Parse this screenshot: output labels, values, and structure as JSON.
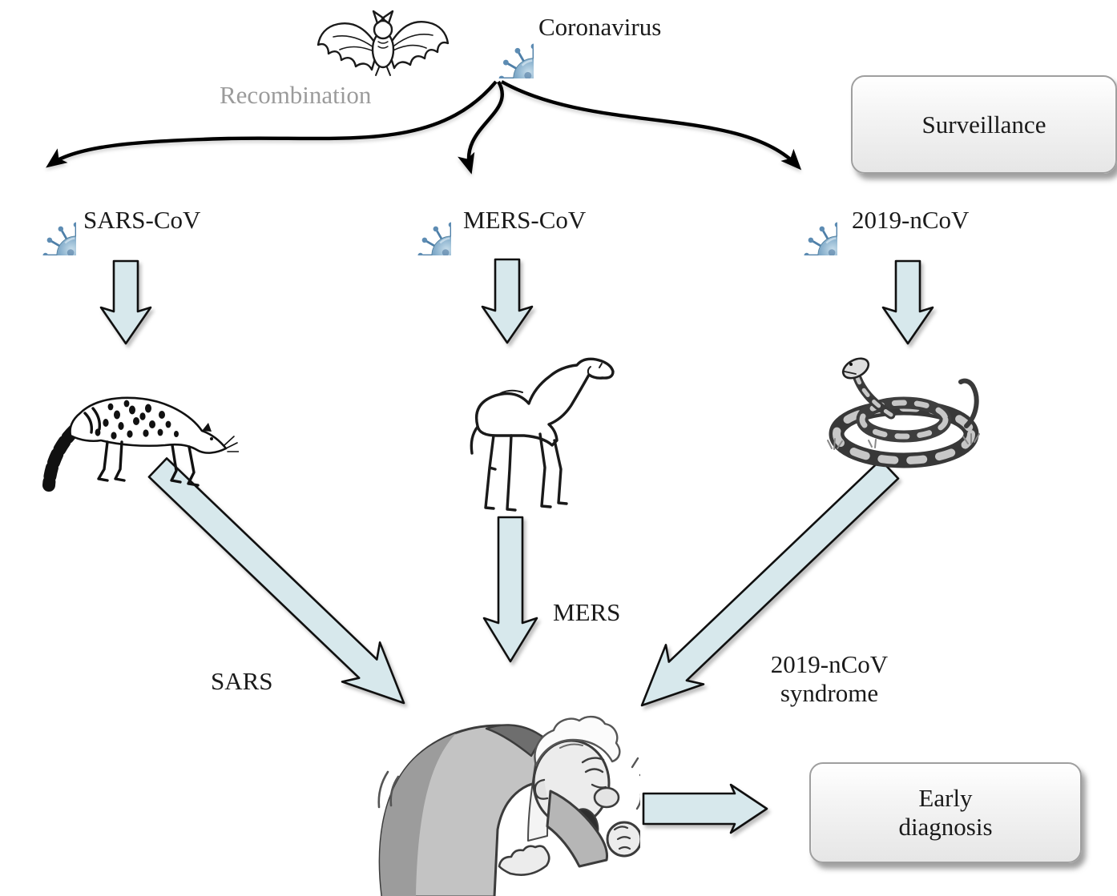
{
  "labels": {
    "coronavirus": "Coronavirus",
    "recombination": "Recombination",
    "surveillance": "Surveillance",
    "sars_cov": "SARS-CoV",
    "mers_cov": "MERS-CoV",
    "ncov": "2019-nCoV",
    "sars": "SARS",
    "mers": "MERS",
    "ncov_syndrome_line1": "2019-nCoV",
    "ncov_syndrome_line2": "syndrome",
    "early_diagnosis_line1": "Early",
    "early_diagnosis_line2": "diagnosis"
  },
  "icons": {
    "bat": "bat-icon",
    "coronavirus_top": "coronavirus-icon",
    "sars_virus": "sars-cov-virus-icon",
    "mers_virus": "mers-cov-virus-icon",
    "ncov_virus": "2019-ncov-virus-icon",
    "civet": "civet-icon",
    "camel": "camel-icon",
    "snake": "snake-icon",
    "patient": "coughing-man-icon"
  },
  "colors": {
    "arrow_fill": "#d7e8ec",
    "arrow_stroke": "#101010",
    "curve_stroke": "#000000",
    "virus_blue": "#6f9dc1",
    "virus_spike": "#4e7fa8",
    "box_border": "#9f9f9f",
    "gray_text": "#9b9b9b",
    "black_text": "#1a1a1a"
  }
}
